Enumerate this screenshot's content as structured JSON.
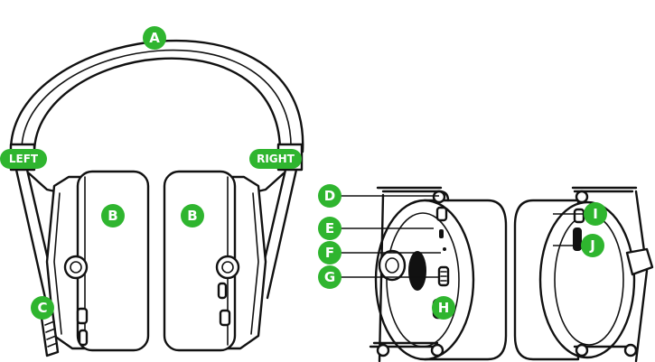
{
  "side_labels": {
    "left": "LEFT",
    "right": "RIGHT"
  },
  "callouts": {
    "a": "A",
    "b1": "B",
    "b2": "B",
    "c": "C",
    "d": "D",
    "e": "E",
    "f": "F",
    "g": "G",
    "h": "H",
    "i": "I",
    "j": "J"
  },
  "colors": {
    "accent": "#2fb52f",
    "ink": "#111111",
    "background": "#ffffff"
  }
}
